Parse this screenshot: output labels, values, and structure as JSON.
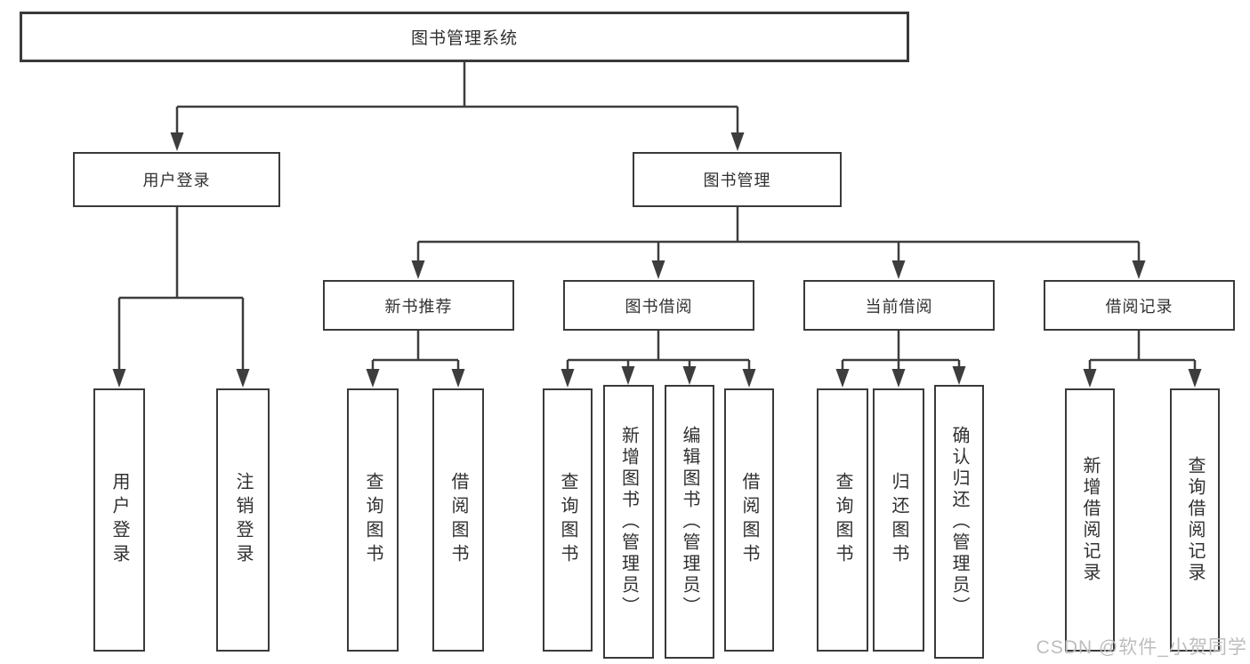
{
  "colors": {
    "background": "#ffffff",
    "line": "#3d3d3d",
    "box_border": "#3a3a3a",
    "text": "#303030",
    "watermark": "#bdbdbd"
  },
  "watermark": {
    "text": "CSDN @软件_小贺同学"
  },
  "tree": {
    "root": {
      "label": "图书管理系统",
      "children": [
        {
          "label": "用户登录",
          "children": [
            {
              "label": "用户登录"
            },
            {
              "label": "注销登录"
            }
          ]
        },
        {
          "label": "图书管理",
          "children": [
            {
              "label": "新书推荐",
              "children": [
                {
                  "label": "查询图书"
                },
                {
                  "label": "借阅图书"
                }
              ]
            },
            {
              "label": "图书借阅",
              "children": [
                {
                  "label": "查询图书"
                },
                {
                  "label": "新增图书（管理员）"
                },
                {
                  "label": "编辑图书（管理员）"
                },
                {
                  "label": "借阅图书"
                }
              ]
            },
            {
              "label": "当前借阅",
              "children": [
                {
                  "label": "查询图书"
                },
                {
                  "label": "归还图书"
                },
                {
                  "label": "确认归还（管理员）"
                }
              ]
            },
            {
              "label": "借阅记录",
              "children": [
                {
                  "label": "新增借阅记录"
                },
                {
                  "label": "查询借阅记录"
                }
              ]
            }
          ]
        }
      ]
    }
  }
}
